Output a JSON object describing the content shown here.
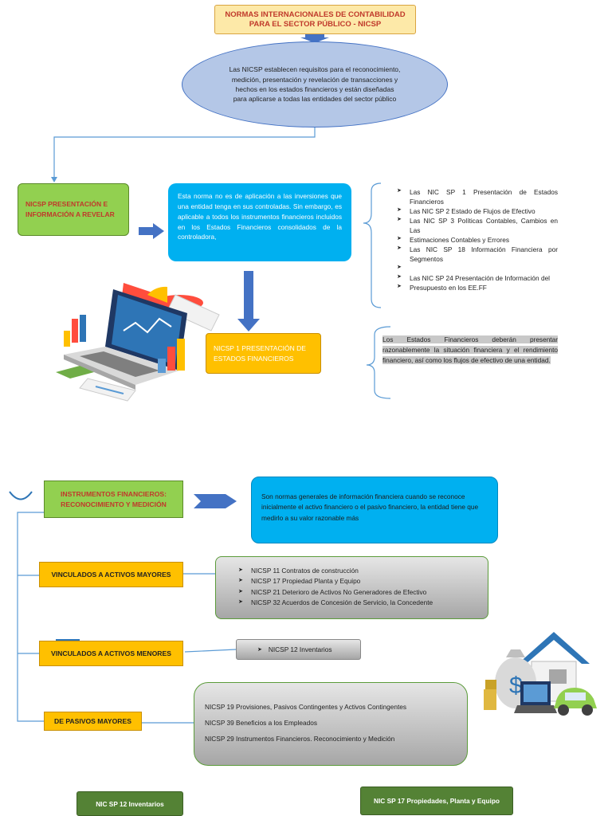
{
  "title": "NORMAS INTERNACIONALES DE CONTABILIDAD PARA EL SECTOR PÚBLICO - NICSP",
  "intro": "Las NICSP establecen requisitos para el reconocimiento, medición, presentación y revelación de transacciones y hechos en los estados financieros y están diseñadas para aplicarse a todas las entidades del sector público",
  "section1": {
    "label": "NICSP PRESENTACIÓN E INFORMACIÓN A REVELAR",
    "description": "Esta norma no es de aplicación a las inversiones que una entidad tenga en sus controladas. Sin embargo, es aplicable a todos los instrumentos financieros incluidos en los Estados Financieros consolidados de la controladora,",
    "standards": [
      "Las NIC SP 1 Presentación de Estados Financieros",
      "Las NIC SP 2 Estado de Flujos de Efectivo",
      "Las NIC SP 3 Políticas Contables, Cambios en Las",
      "Estimaciones Contables y Errores",
      "Las NIC SP 18 Información Financiera por Segmentos",
      "",
      "Las NIC SP 24 Presentación de Información del",
      "Presupuesto en los EE.FF"
    ],
    "nicsp1_label": "NICSP 1 PRESENTACIÓN DE ESTADOS FINANCIEROS",
    "nicsp1_text": "Los Estados Financieros deberán presentar razonablemente la situación financiera y el rendimiento financiero, así como los flujos de efectivo de una entidad."
  },
  "section2": {
    "label": "INSTRUMENTOS FINANCIEROS: RECONOCIMIENTO Y MEDICIÓN",
    "description": "Son normas generales de información financiera cuando se reconoce inicialmente el activo financiero o el pasivo financiero, la entidad tiene que medirlo a su valor razonable más",
    "activos_mayores": {
      "label": "VINCULADOS A ACTIVOS MAYORES",
      "items": [
        "NICSP 11 Contratos de construcción",
        "NICSP 17 Propiedad Planta y Equipo",
        "NICSP 21 Deterioro de Activos No Generadores de Efectivo",
        "NICSP 32 Acuerdos de Concesión de Servicio, la Concedente"
      ]
    },
    "activos_menores": {
      "label": "VINCULADOS A ACTIVOS MENORES",
      "items": [
        "NICSP 12 Inventarios"
      ]
    },
    "pasivos_mayores": {
      "label": "DE PASIVOS MAYORES",
      "items": [
        "NICSP 19 Provisiones, Pasivos Contingentes y Activos Contingentes",
        "NICSP 39 Beneficios a los Empleados",
        "NICSP 29 Instrumentos Financieros. Reconocimiento y Medición"
      ]
    }
  },
  "footer": {
    "left": "NIC SP 12 Inventarios",
    "right": "NIC SP 17 Propiedades, Planta y Equipo"
  },
  "colors": {
    "title_fill": "#fde9a8",
    "title_text": "#c0392b",
    "ellipse_fill": "#b4c7e7",
    "green": "#92d050",
    "blue": "#00b0f0",
    "orange": "#ffc000",
    "dark_green": "#548235",
    "connector": "#5b9bd5",
    "arrow": "#4472c4"
  },
  "icons": {
    "illustration1": "laptop-charts-icon",
    "illustration2": "house-money-car-icon"
  }
}
